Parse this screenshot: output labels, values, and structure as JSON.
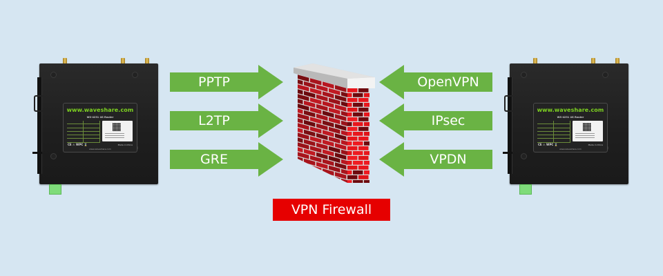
{
  "diagram": {
    "title_banner": "VPN Firewall",
    "colors": {
      "background": "#d6e6f2",
      "arrow": "#6ab344",
      "banner": "#e60000",
      "brick_front": "#a8141c",
      "brick_side": "#e8161c",
      "mortar": "#d9d9d9",
      "cap": "#c9c9c9"
    },
    "left_device": {
      "brand_url": "www.waveshare.com",
      "model_title": "WS-4231 4G Router",
      "certifications": "CE  ⚠  WPC  ⌛",
      "made_in": "Made in China",
      "footer_url": "www.waveshare.com"
    },
    "right_device": {
      "brand_url": "www.waveshare.com",
      "model_title": "WS-4231 4G Router",
      "certifications": "CE  ⚠  WPC  ⌛",
      "made_in": "Made in China",
      "footer_url": "www.waveshare.com"
    },
    "inbound_protocols_left": [
      {
        "label": "PPTP",
        "direction": "right"
      },
      {
        "label": "L2TP",
        "direction": "right"
      },
      {
        "label": "GRE",
        "direction": "right"
      }
    ],
    "inbound_protocols_right": [
      {
        "label": "OpenVPN",
        "direction": "left"
      },
      {
        "label": "IPsec",
        "direction": "left"
      },
      {
        "label": "VPDN",
        "direction": "left"
      }
    ],
    "center_icon": "brick-firewall-icon"
  }
}
